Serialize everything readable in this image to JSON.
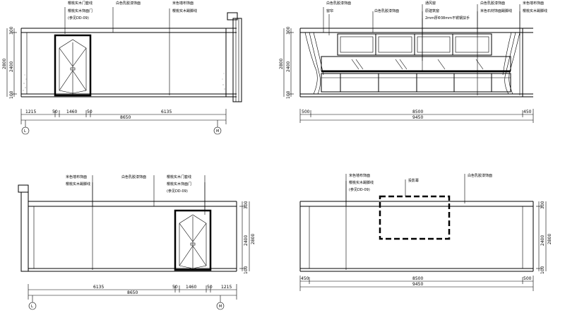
{
  "elevation_a": {
    "labels": [
      "樱桃实木门套线",
      "樱桃实木饰面门",
      "(参见DD-09)",
      "白色乳胶漆饰面",
      "米色墙布饰面",
      "樱桃实木踢脚线"
    ],
    "height_dims": [
      "300",
      "2400",
      "100"
    ],
    "total_height": "2800",
    "width_dims": [
      "1215",
      "50",
      "1460",
      "50",
      "6135"
    ],
    "total_width": "8650",
    "axis_left": "L",
    "axis_right": "M"
  },
  "elevation_b": {
    "labels": [
      "白色乳胶漆饰面",
      "窗帘",
      "白色乳胶漆饰面",
      "通风窗",
      "原建筑窗",
      "2mm厚Φ38mm不锈钢扶手",
      "白色乳胶漆饰面",
      "米色石材饰面踢脚线",
      "米色墙布饰面",
      "樱桃实木踢脚线"
    ],
    "height_dims": [
      "300",
      "2400",
      "100"
    ],
    "total_height": "2800",
    "width_dims": [
      "500",
      "8500",
      "450"
    ],
    "total_width": "9450"
  },
  "elevation_c": {
    "labels": [
      "米色墙布饰面",
      "樱桃实木踢脚线",
      "白色乳胶漆饰面",
      "樱桃实木门套线",
      "樱桃实木饰面门",
      "(参见DD-09)"
    ],
    "height_dims": [
      "300",
      "2400",
      "100"
    ],
    "total_height": "2800",
    "width_dims": [
      "6135",
      "50",
      "1460",
      "50",
      "1215"
    ],
    "total_width": "8650",
    "axis_left": "L",
    "axis_right": "M"
  },
  "elevation_d": {
    "labels": [
      "米色墙布饰面",
      "樱桃实木踢脚线",
      "(参见DD-09)",
      "投影幕",
      "白色乳胶漆饰面"
    ],
    "height_dims": [
      "300",
      "2400",
      "100"
    ],
    "total_height": "2800",
    "width_dims": [
      "450",
      "8500",
      "500"
    ],
    "total_width": "9450"
  }
}
